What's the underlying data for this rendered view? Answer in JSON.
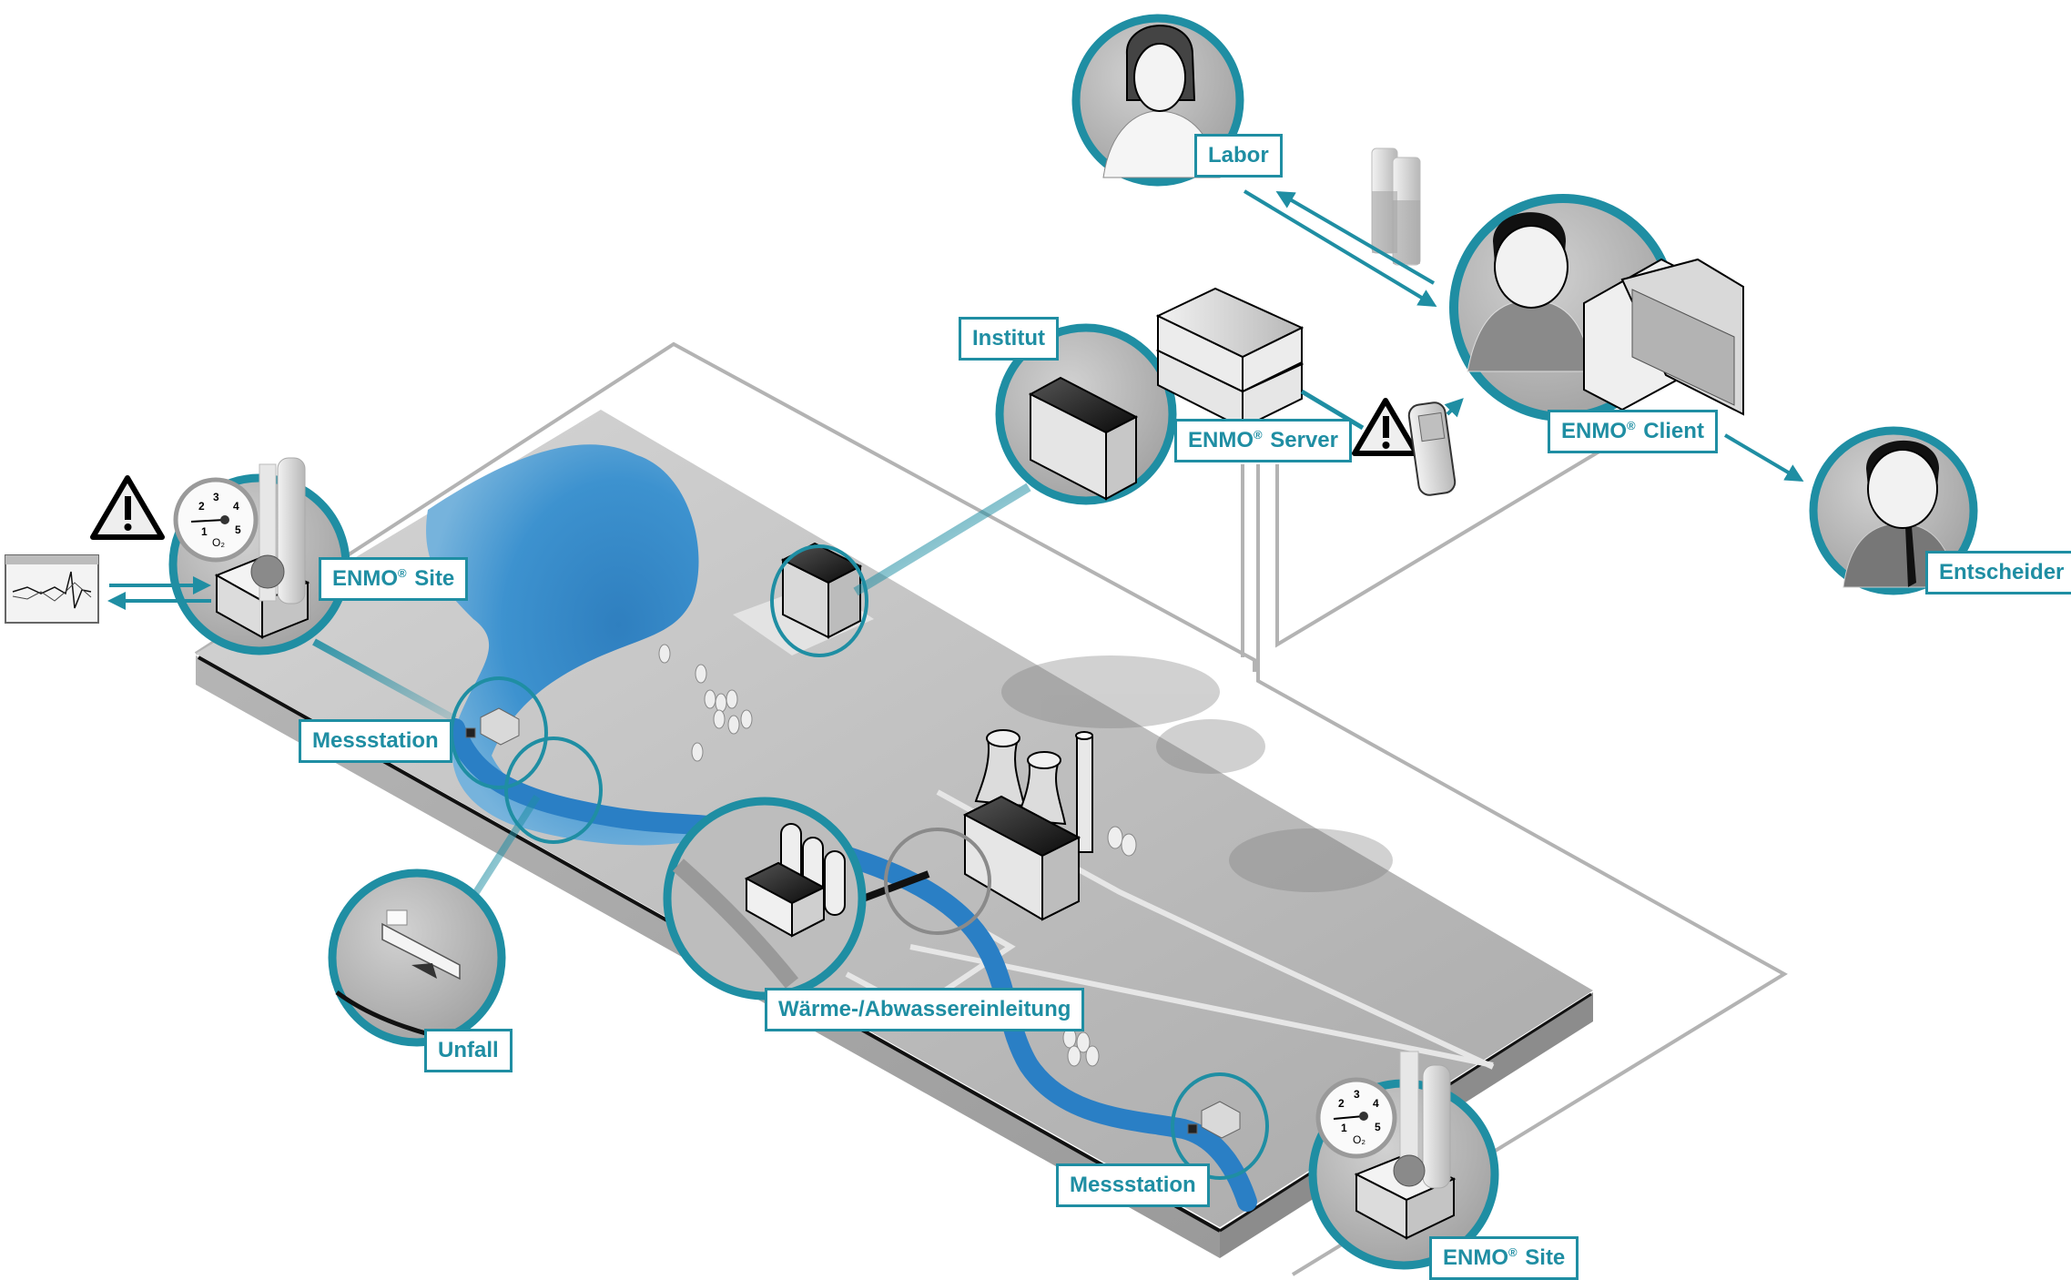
{
  "diagram": {
    "title": "ENMO environmental monitoring system overview",
    "accent_color": "#1f8ea3",
    "water_color": "#3a8fcf",
    "line_color": "#b3b3b3",
    "board_color": "#c8c8c8"
  },
  "nodes": {
    "labor": {
      "label": "Labor",
      "icon": "lab-technician-avatar-icon"
    },
    "enmo_client": {
      "label_brand": "ENMO",
      "label_mark": "®",
      "label_suffix": "Client",
      "icon": "user-with-workstation-icon"
    },
    "entscheider": {
      "label": "Entscheider",
      "icon": "decision-maker-avatar-icon"
    },
    "institut": {
      "label": "Institut",
      "icon": "office-building-icon"
    },
    "enmo_server": {
      "label_brand": "ENMO",
      "label_mark": "®",
      "label_suffix": "Server",
      "icon": "rack-server-icon"
    },
    "alert_mobile": {
      "icons": [
        "warning-icon",
        "mobile-phone-icon"
      ]
    },
    "enmo_site_top": {
      "label_brand": "ENMO",
      "label_mark": "®",
      "label_suffix": "Site",
      "icon": "sensor-station-icon"
    },
    "enmo_site_bottom": {
      "label_brand": "ENMO",
      "label_mark": "®",
      "label_suffix": "Site",
      "icon": "sensor-station-icon"
    },
    "chart_window": {
      "icon": "chart-window-icon"
    },
    "site_warning": {
      "icon": "warning-icon"
    },
    "messstation_top": {
      "label": "Messstation"
    },
    "messstation_bottom": {
      "label": "Messstation"
    },
    "unfall": {
      "label": "Unfall",
      "icon": "ship-accident-icon"
    },
    "waerme": {
      "label": "Wärme-/Abwassereinleitung",
      "icon": "industrial-plant-icon"
    },
    "lab_samples": {
      "icon": "sample-tubes-icon"
    }
  },
  "gauge": {
    "tick_labels": [
      "1",
      "2",
      "3",
      "4",
      "5"
    ],
    "unit": "O₂"
  }
}
